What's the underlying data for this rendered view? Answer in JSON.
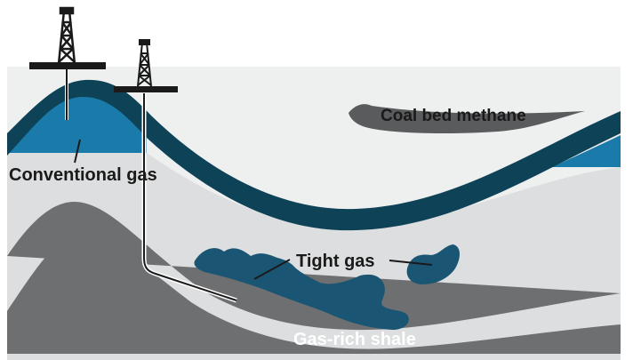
{
  "labels": {
    "coal_bed_methane": "Coal bed methane",
    "conventional_gas": "Conventional gas",
    "tight_gas": "Tight gas",
    "gas_rich_shale": "Gas-rich shale"
  },
  "colors": {
    "background": "#ffffff",
    "upper_rock": "#eeefef",
    "lower_rock": "#dcdedf",
    "cap_layer_dark": "#0e4257",
    "conventional_gas_reservoir": "#1a7aaa",
    "tight_gas_body": "#1a5673",
    "shale_layer": "#6e6f71",
    "coal_seam": "#5a5b5d",
    "label_text": "#1a1a1a",
    "shale_label_text": "#ffffff",
    "derrick": "#1a1a1a"
  },
  "icons": {
    "rig_left": "drilling-rig-icon",
    "rig_right": "drilling-rig-icon"
  }
}
